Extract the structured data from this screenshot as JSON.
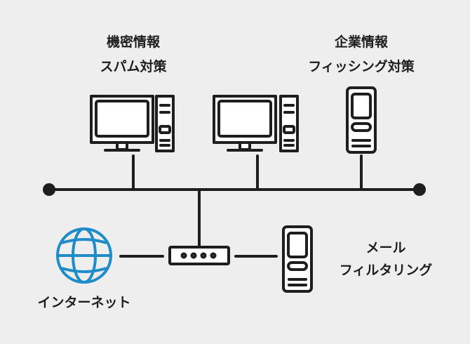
{
  "labels": {
    "pc1": {
      "line1": "機密情報",
      "line2": "スパム対策"
    },
    "pc2": {
      "line1": "企業情報",
      "line2": "フィッシング対策"
    },
    "mail": {
      "line1": "メール",
      "line2": "フィルタリング"
    },
    "internet": "インターネット"
  },
  "colors": {
    "line": "#1e1e1e",
    "globe": "#1e8cc8",
    "background": "#eeeeee",
    "device_fill": "#ffffff"
  },
  "icons": [
    "desktop-pc-icon",
    "desktop-pc-icon",
    "mobile-device-icon",
    "globe-icon",
    "router-icon",
    "mobile-device-icon"
  ]
}
